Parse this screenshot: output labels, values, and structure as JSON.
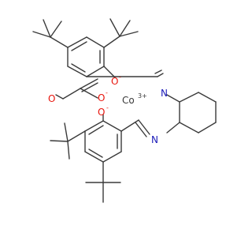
{
  "molecule": {
    "atoms": {
      "phenoxide_o_top": "O",
      "phenoxide_o_top_charge": "-",
      "imine_n_top": "N",
      "acetate_o_single": "O",
      "acetate_o_single_charge": "-",
      "acetate_o_double": "O",
      "cobalt": "Co",
      "cobalt_charge": "3+",
      "phenoxide_o_bottom": "O",
      "phenoxide_o_bottom_charge": "-",
      "imine_n_bottom": "N"
    },
    "colors": {
      "bond": "#3a3a3a",
      "oxygen": "#e8140c",
      "nitrogen": "#1a1ab8",
      "cobalt": "#3a3a3a"
    }
  }
}
